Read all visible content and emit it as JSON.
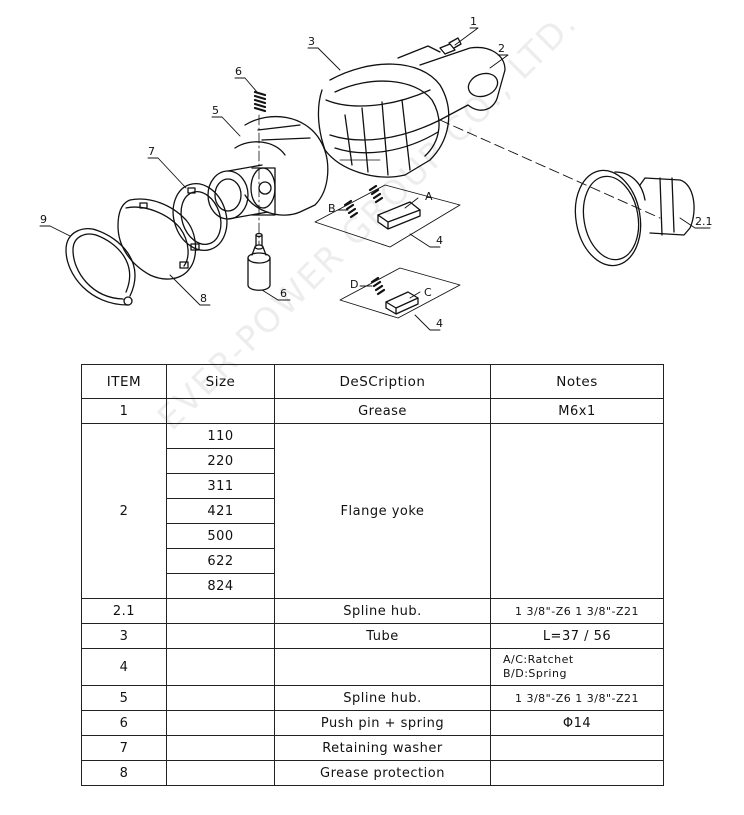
{
  "drawing": {
    "callouts": [
      "1",
      "2",
      "2.1",
      "3",
      "4",
      "4",
      "5",
      "6",
      "6",
      "7",
      "8",
      "9"
    ],
    "letters": [
      "A",
      "B",
      "C",
      "D"
    ]
  },
  "watermark": "EVER-POWER GROUP CO., LTD.",
  "table": {
    "headers": [
      "ITEM",
      "Size",
      "DeSCription",
      "Notes"
    ],
    "rows": [
      {
        "item": "1",
        "size": "",
        "desc": "Grease",
        "notes": "M6x1"
      },
      {
        "item": "2",
        "sizes": [
          "110",
          "220",
          "311",
          "421",
          "500",
          "622",
          "824"
        ],
        "desc": "Flange yoke",
        "notes": ""
      },
      {
        "item": "2.1",
        "size": "",
        "desc": "Spline hub.",
        "notes": "1 3/8\"-Z6   1 3/8\"-Z21"
      },
      {
        "item": "3",
        "size": "",
        "desc": "Tube",
        "notes": "L=37 / 56"
      },
      {
        "item": "4",
        "size": "",
        "desc": "",
        "notes": [
          "A/C:Ratchet",
          "B/D:Spring"
        ]
      },
      {
        "item": "5",
        "size": "",
        "desc": "Spline hub.",
        "notes": "1 3/8\"-Z6   1 3/8\"-Z21"
      },
      {
        "item": "6",
        "size": "",
        "desc": "Push pin + spring",
        "notes": "Φ14"
      },
      {
        "item": "7",
        "size": "",
        "desc": "Retaining washer",
        "notes": ""
      },
      {
        "item": "8",
        "size": "",
        "desc": "Grease protection",
        "notes": ""
      }
    ]
  }
}
